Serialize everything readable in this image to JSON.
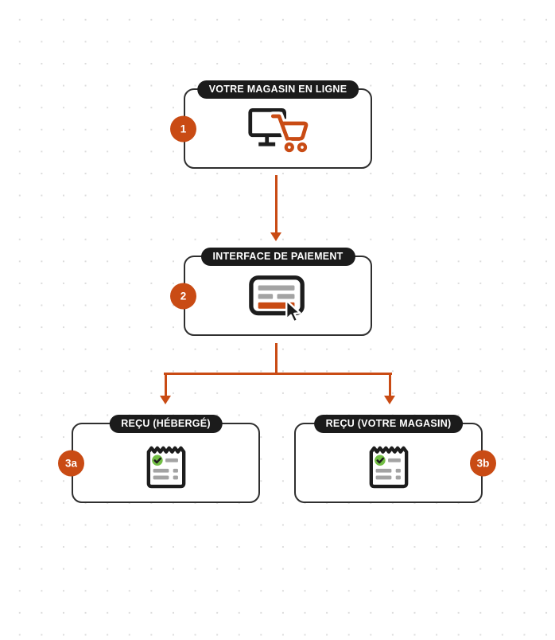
{
  "colors": {
    "accent_orange": "#C94B14",
    "pill_black": "#1B1B1B",
    "box_border": "#2F2F2F",
    "ink_black": "#1D1D1D",
    "icon_gray": "#A3A3A3",
    "success_green": "#72BE44",
    "dot_color": "#DCDCDC"
  },
  "diagram": {
    "type": "flowchart",
    "background_pattern": "light-gray-dot-grid",
    "nodes": [
      {
        "badge": "1",
        "label": "VOTRE MAGASIN EN LIGNE",
        "icon": "monitor-cart-icon",
        "badge_side": "left"
      },
      {
        "badge": "2",
        "label": "INTERFACE DE PAIEMENT",
        "icon": "payment-form-cursor-icon",
        "badge_side": "left"
      },
      {
        "badge": "3a",
        "label": "REÇU (HÉBERGÉ)",
        "icon": "receipt-check-icon",
        "badge_side": "left"
      },
      {
        "badge": "3b",
        "label": "REÇU (VOTRE MAGASIN)",
        "icon": "receipt-check-icon",
        "badge_side": "right"
      }
    ],
    "edges": [
      {
        "from": "1",
        "to": "2",
        "style": "straight-down-arrow"
      },
      {
        "from": "2",
        "to": "3a",
        "style": "branch-left-down-arrow"
      },
      {
        "from": "2",
        "to": "3b",
        "style": "branch-right-down-arrow"
      }
    ]
  }
}
